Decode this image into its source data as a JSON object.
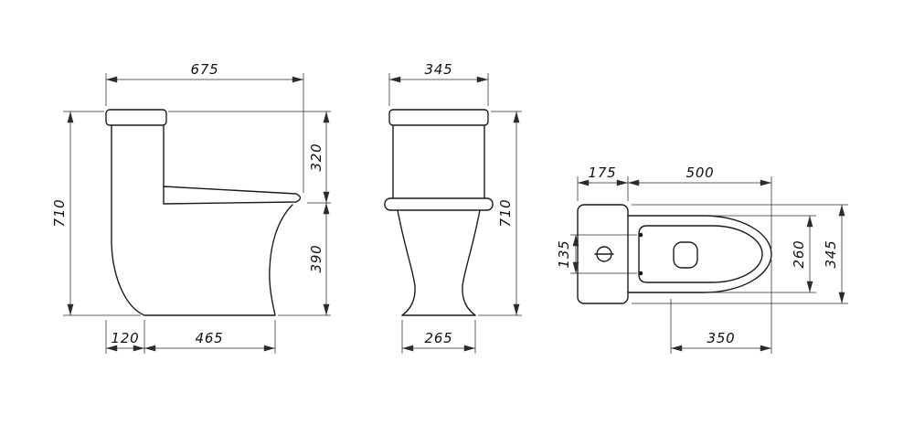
{
  "drawing": {
    "side": {
      "overall_length": "675",
      "height": "710",
      "upper_height": "320",
      "bowl_height": "390",
      "base_offset": "120",
      "base_length": "465"
    },
    "front": {
      "width": "345",
      "height": "710",
      "base_width": "265"
    },
    "top": {
      "tank_depth": "175",
      "bowl_length": "500",
      "hinge_spacing": "135",
      "bowl_width": "260",
      "overall_width": "345",
      "front_length": "350"
    }
  }
}
